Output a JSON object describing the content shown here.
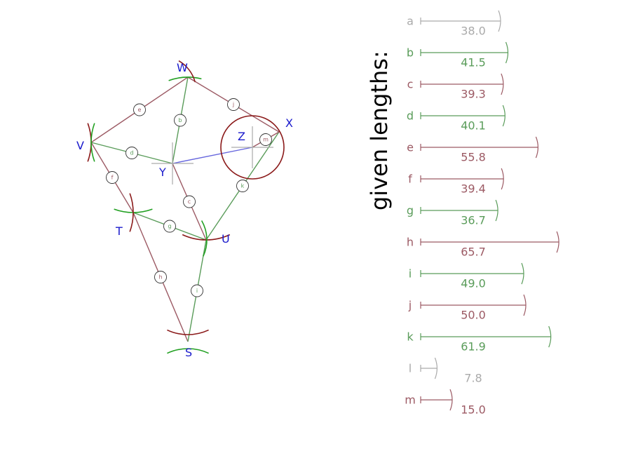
{
  "colors": {
    "red": "#9c5a64",
    "green": "#5a9c5a",
    "gray": "#aaaaaa",
    "blue": "#6666dd",
    "label": "#1a1acc",
    "arc_red": "#8b1a1a",
    "arc_green": "#22a022"
  },
  "title": "given lengths:",
  "lengths": [
    {
      "letter": "a",
      "value": "38.0",
      "color": "gray"
    },
    {
      "letter": "b",
      "value": "41.5",
      "color": "green"
    },
    {
      "letter": "c",
      "value": "39.3",
      "color": "red"
    },
    {
      "letter": "d",
      "value": "40.1",
      "color": "green"
    },
    {
      "letter": "e",
      "value": "55.8",
      "color": "red"
    },
    {
      "letter": "f",
      "value": "39.4",
      "color": "red"
    },
    {
      "letter": "g",
      "value": "36.7",
      "color": "green"
    },
    {
      "letter": "h",
      "value": "65.7",
      "color": "red"
    },
    {
      "letter": "i",
      "value": "49.0",
      "color": "green"
    },
    {
      "letter": "j",
      "value": "50.0",
      "color": "red"
    },
    {
      "letter": "k",
      "value": "61.9",
      "color": "green"
    },
    {
      "letter": "l",
      "value": "7.8",
      "color": "gray"
    },
    {
      "letter": "m",
      "value": "15.0",
      "color": "red"
    }
  ],
  "points": [
    {
      "name": "W"
    },
    {
      "name": "X"
    },
    {
      "name": "V"
    },
    {
      "name": "Y"
    },
    {
      "name": "Z"
    },
    {
      "name": "T"
    },
    {
      "name": "U"
    },
    {
      "name": "S"
    }
  ],
  "edges": [
    {
      "label": "b",
      "from": "Y",
      "to": "W",
      "color": "green"
    },
    {
      "label": "j",
      "from": "W",
      "to": "X",
      "color": "red"
    },
    {
      "label": "e",
      "from": "V",
      "to": "W",
      "color": "red"
    },
    {
      "label": "d",
      "from": "V",
      "to": "Y",
      "color": "green"
    },
    {
      "label": "f",
      "from": "V",
      "to": "T",
      "color": "red"
    },
    {
      "label": "c",
      "from": "Y",
      "to": "U",
      "color": "red"
    },
    {
      "label": "k",
      "from": "X",
      "to": "U",
      "color": "green"
    },
    {
      "label": "g",
      "from": "T",
      "to": "U",
      "color": "green"
    },
    {
      "label": "h",
      "from": "T",
      "to": "S",
      "color": "red"
    },
    {
      "label": "i",
      "from": "U",
      "to": "S",
      "color": "green"
    },
    {
      "label": "m",
      "from": "Z",
      "to": "X",
      "color": "red"
    },
    {
      "label": "",
      "from": "Y",
      "to": "Z",
      "color": "blue"
    }
  ]
}
